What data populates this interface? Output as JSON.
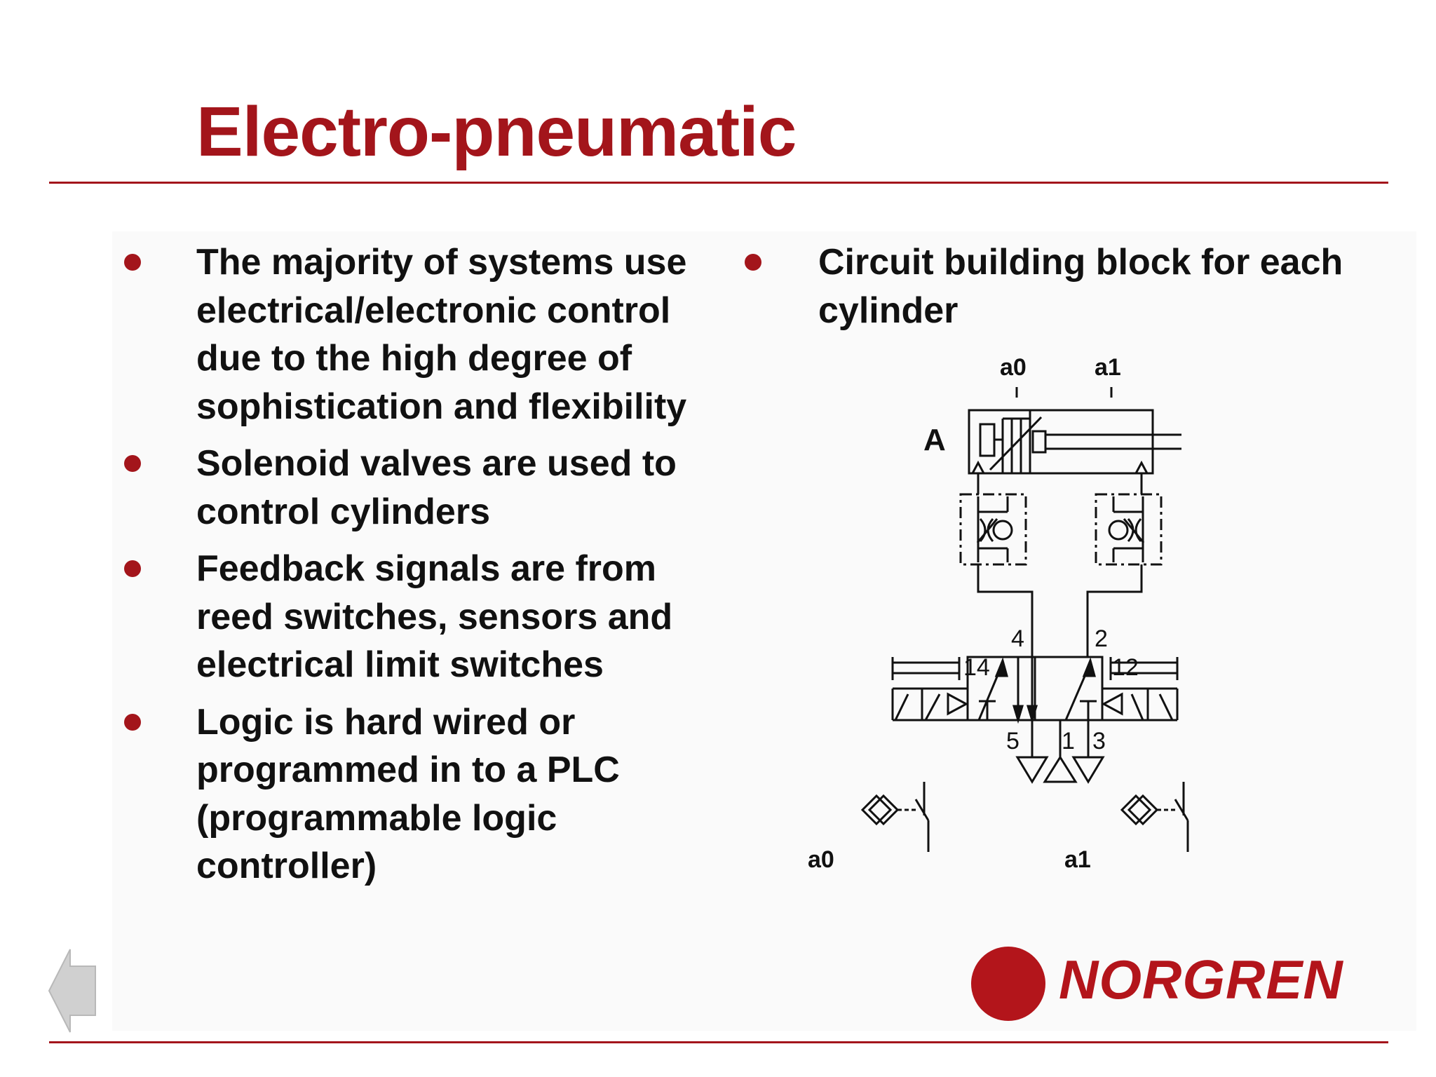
{
  "slide": {
    "title": "Electro-pneumatic"
  },
  "left_bullets": [
    {
      "text": "The majority of systems use electrical/electronic control due to the high degree of sophistication and flexibility"
    },
    {
      "text": "Solenoid valves are used to control cylinders"
    },
    {
      "text": "Feedback signals are from reed switches, sensors and electrical limit switches"
    },
    {
      "text": "Logic is hard wired or programmed in to a PLC (programmable logic controller)"
    }
  ],
  "right_bullets": [
    {
      "text": "Circuit building block for each cylinder"
    }
  ],
  "diagram": {
    "cylinder_label": "A",
    "sensor_top_a0": "a0",
    "sensor_top_a1": "a1",
    "port_4": "4",
    "port_2": "2",
    "port_14": "14",
    "port_12": "12",
    "port_5": "5",
    "port_1": "1",
    "port_3": "3",
    "switch_a0": "a0",
    "switch_a1": "a1"
  },
  "logo": {
    "text": "NORGREN",
    "color": "#b3151b"
  },
  "colors": {
    "accent": "#a3151b"
  },
  "icons": {
    "back": "back-arrow-icon"
  }
}
